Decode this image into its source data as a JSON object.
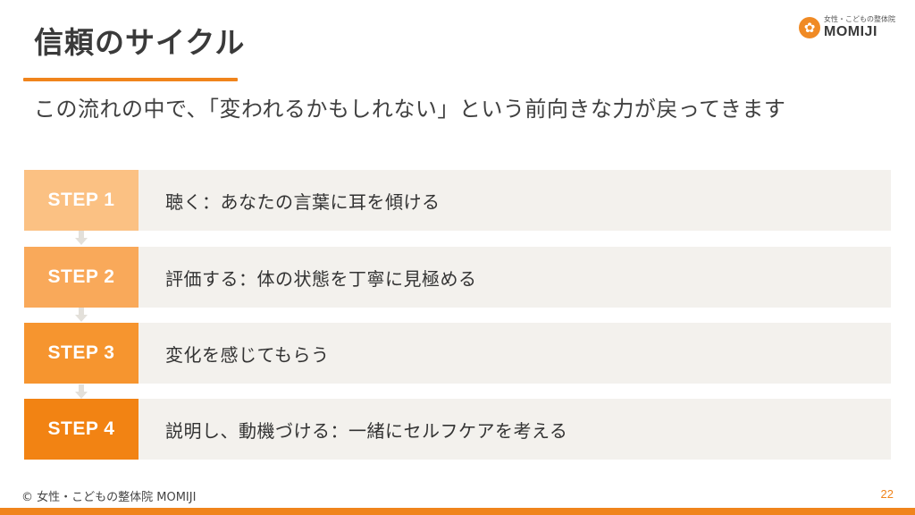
{
  "header": {
    "title": "信頼のサイクル",
    "subtitle": "この流れの中で、「変われるかもしれない」という前向きな力が戻ってきます"
  },
  "logo": {
    "sub_text": "女性・こどもの整体院",
    "main_text": "MOMIJI",
    "icon": "maple-leaf-icon"
  },
  "steps": [
    {
      "label": "STEP 1",
      "text": "聴く：あなたの言葉に耳を傾ける",
      "color": "#fbc183"
    },
    {
      "label": "STEP 2",
      "text": "評価する：体の状態を丁寧に見極める",
      "color": "#f9a95a"
    },
    {
      "label": "STEP 3",
      "text": "変化を感じてもらう",
      "color": "#f6952f"
    },
    {
      "label": "STEP 4",
      "text": "説明し、動機づける：一緒にセルフケアを考える",
      "color": "#f28313"
    }
  ],
  "footer": {
    "copyright": "© 女性・こどもの整体院 MOMIJI",
    "page_number": "22"
  },
  "colors": {
    "accent": "#f0841c",
    "row_background": "#f3f1ed",
    "connector": "#e3e0da"
  }
}
